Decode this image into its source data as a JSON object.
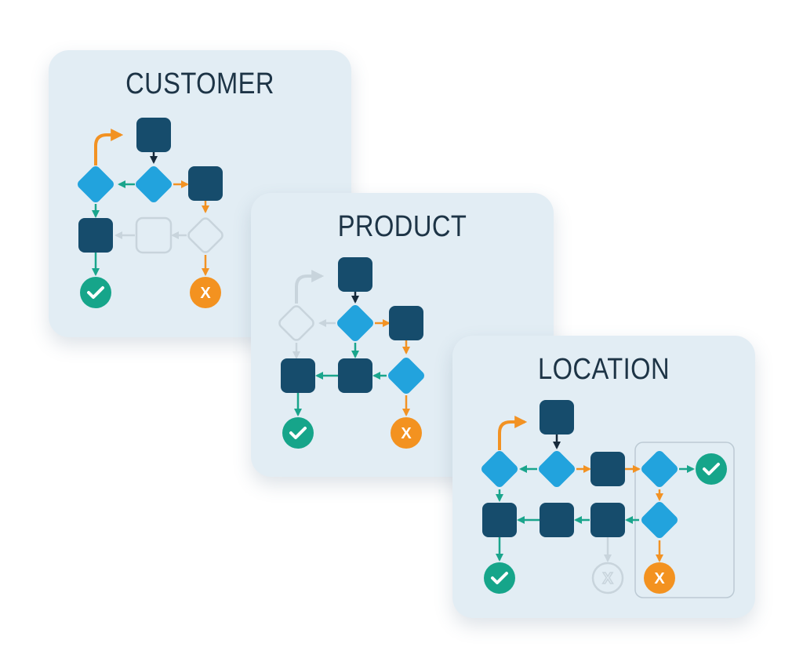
{
  "cards": [
    {
      "key": "customer",
      "title": "CUSTOMER"
    },
    {
      "key": "product",
      "title": "PRODUCT"
    },
    {
      "key": "location",
      "title": "LOCATION"
    }
  ],
  "colors": {
    "card_background": "#e2edf4",
    "title_text": "#1d3446",
    "process_box": "#164c6c",
    "decision_diamond": "#22a3dd",
    "flow_arrow_dark": "#16293a",
    "flow_arrow_green": "#1aa58c",
    "flow_arrow_orange": "#f29223",
    "faded_element": "#c8d4dc",
    "success_circle": "#16a58a",
    "failure_circle": "#f39220"
  },
  "icons": {
    "success": "checkmark-icon",
    "failure": "x-icon"
  },
  "labels": {
    "failure_mark": "X"
  }
}
